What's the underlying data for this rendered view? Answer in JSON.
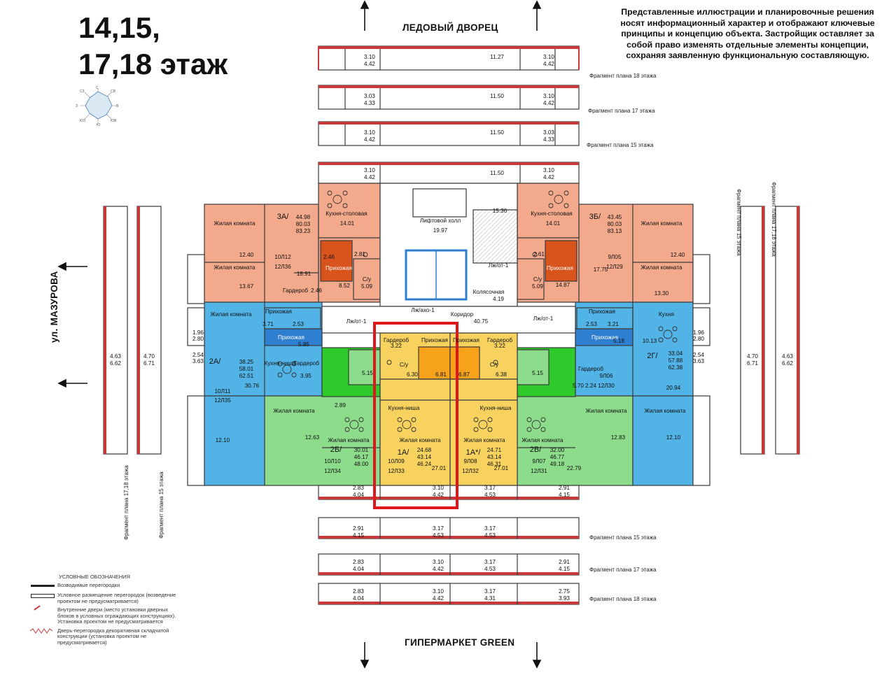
{
  "header": {
    "title": "14,15,\n17,18 этаж",
    "disclaimer": "Представленные иллюстрации и планировочные решения носят информационный характер и отображают ключевые принципы и концепцию объекта. Застройщик оставляет за собой право изменять отдельные элементы концепции, сохраняя заявленную функциональную составляющую."
  },
  "landmarks": {
    "top": "ЛЕДОВЫЙ ДВОРЕЦ",
    "bottom": "ГИПЕРМАРКЕТ GREEN",
    "left": "ул. МАЗУРОВА"
  },
  "fragments": {
    "top_18": "Фрагмент плана 18 этажа",
    "top_17": "Фрагмент плана 17 этажа",
    "top_15": "Фрагмент плана 15 этажа",
    "bottom_15": "Фрагмент плана 15 этажа",
    "bottom_17": "Фрагмент плана 17 этажа",
    "bottom_18": "Фрагмент плана 18 этажа",
    "left_17_18": "Фрагмент плана 17,18 этажа",
    "left_15": "Фрагмент плана 15 этажа",
    "right_15": "Фрагмент плана 15 этажа",
    "right_17_18": "Фрагмент плана 17,18 этажа"
  },
  "strip_values": {
    "s18": [
      "3.10",
      "4.42",
      "11.27",
      "3.10",
      "4.42"
    ],
    "s17": [
      "3.03",
      "4.33",
      "11.50",
      "3.10",
      "4.42"
    ],
    "s15": [
      "3.10",
      "4.42",
      "11.50",
      "3.03",
      "4.33"
    ],
    "main_top": [
      "3.10",
      "4.42",
      "11.50",
      "3.10",
      "4.42"
    ],
    "b15": [
      "2.91",
      "4.15",
      "3.17",
      "4.53",
      "3.17",
      "4.53"
    ],
    "b17": [
      "2.83",
      "4.04",
      "3.10",
      "4.42",
      "3.17",
      "4.53",
      "2.91",
      "4.15"
    ],
    "b18": [
      "2.83",
      "4.04",
      "3.10",
      "4.42",
      "3.17",
      "4.31",
      "2.75",
      "3.93"
    ],
    "main_bottom": [
      "2.83",
      "4.04",
      "3.10",
      "4.42",
      "3.17",
      "4.53",
      "2.91",
      "4.15"
    ],
    "side_left": [
      "4.63",
      "6.62",
      "4.70",
      "6.71"
    ],
    "side_right": [
      "4.70",
      "6.71",
      "4.63",
      "6.62"
    ]
  },
  "colors": {
    "orange_apt": "#f3a98b",
    "orange_dark": "#d9541c",
    "blue_apt": "#52b3e6",
    "blue_dark": "#2f7fd0",
    "green_apt": "#8ddc8b",
    "green_bright": "#2ec92a",
    "yellow_apt": "#f7d25f",
    "orange_accent": "#f7a21b",
    "red_frame": "#e0161d",
    "red_outline": "#c83a3a",
    "wall": "#3a3a3a"
  },
  "apartments": [
    {
      "id": "3A",
      "label": "3А/",
      "areas": [
        "44.98",
        "80.03",
        "83.23"
      ],
      "codes": [
        "10Л12",
        "12Л36"
      ]
    },
    {
      "id": "3B",
      "label": "3Б/",
      "areas": [
        "43.45",
        "80.03",
        "83.13"
      ],
      "codes": [
        "9Л05",
        "12Л29"
      ]
    },
    {
      "id": "2A",
      "label": "2А/",
      "areas": [
        "38.25",
        "58.01",
        "62.51"
      ],
      "codes": [
        "10Л11",
        "12Л35"
      ]
    },
    {
      "id": "2G",
      "label": "2Г/",
      "areas": [
        "33.04",
        "57.88",
        "62.38"
      ],
      "codes": [
        "9Л06",
        "12Л30"
      ]
    },
    {
      "id": "2B",
      "label": "2Б/",
      "areas": [
        "30.01",
        "46.17",
        "48.00"
      ],
      "codes": [
        "10Л10",
        "12Л34"
      ]
    },
    {
      "id": "2V",
      "label": "2В/",
      "areas": [
        "32.00",
        "46.77",
        "49.18"
      ],
      "codes": [
        "9Л07",
        "12Л31"
      ]
    },
    {
      "id": "1A",
      "label": "1А/",
      "areas": [
        "24.68",
        "43.14",
        "46.24"
      ],
      "codes": [
        "10Л09",
        "12Л33"
      ]
    },
    {
      "id": "1A2",
      "label": "1А*/",
      "areas": [
        "24.71",
        "43.14",
        "46.31"
      ],
      "codes": [
        "9Л08",
        "12Л32"
      ]
    }
  ],
  "room_labels": {
    "living": "Жилая комната",
    "kitchen_dining": "Кухня-столовая",
    "kitchen_niche": "Кухня-ниша",
    "kitchen": "Кухня",
    "hall": "Прихожая",
    "wardrobe": "Гардероб",
    "bath": "С/у",
    "lift_hall": "Лифтовой холл",
    "corridor": "Коридор",
    "loggia": "Лж/от-1",
    "loggia_b": "Лж/ахо-1",
    "stroller": "Колясочная"
  },
  "room_areas": {
    "a3A": [
      "12.40",
      "13.67",
      "18.91",
      "14.01",
      "2.46",
      "2.46",
      "2.81",
      "8.52",
      "5.09"
    ],
    "a3B": [
      "12.40",
      "13.30",
      "17.75",
      "14.01",
      "2.61",
      "14.87",
      "5.09"
    ],
    "a2A": [
      "3.71",
      "2.53",
      "30.76",
      "3.95",
      "5.85",
      "1.96",
      "2.80",
      "2.54",
      "3.63"
    ],
    "a2G": [
      "2.53",
      "3.21",
      "10.13",
      "20.94",
      "5.18",
      "2.24",
      "5.70",
      "1.96",
      "2.80",
      "2.54",
      "3.63"
    ],
    "a2B": [
      "12.10",
      "12.63",
      "5.15",
      "2.89"
    ],
    "a2V": [
      "12.83",
      "12.10",
      "22.79",
      "5.15"
    ],
    "a1A": [
      "3.22",
      "6.30",
      "6.81",
      "27.01"
    ],
    "a1A2": [
      "3.22",
      "6.87",
      "6.38",
      "27.01"
    ],
    "common": [
      "19.97",
      "15.36",
      "40.75",
      "4.19"
    ]
  },
  "legend": {
    "title": "УСЛОВНЫЕ ОБОЗНАЧЕНИЯ",
    "items": [
      "Возводимые перегородки",
      "Условное размещение перегородок (возведение проектом не предусматривается)",
      "Внутренние двери (место установки дверных блоков в условных ограждающих конструкциях). Установка проектом не предусматривается",
      "Дверь-перегородка декоративная складчатой конструкции (установка проектом не предусматривается)"
    ]
  },
  "compass": {
    "labels": [
      "С",
      "СВ",
      "В",
      "ЮВ",
      "Ю",
      "ЮЗ",
      "З",
      "СЗ"
    ]
  }
}
